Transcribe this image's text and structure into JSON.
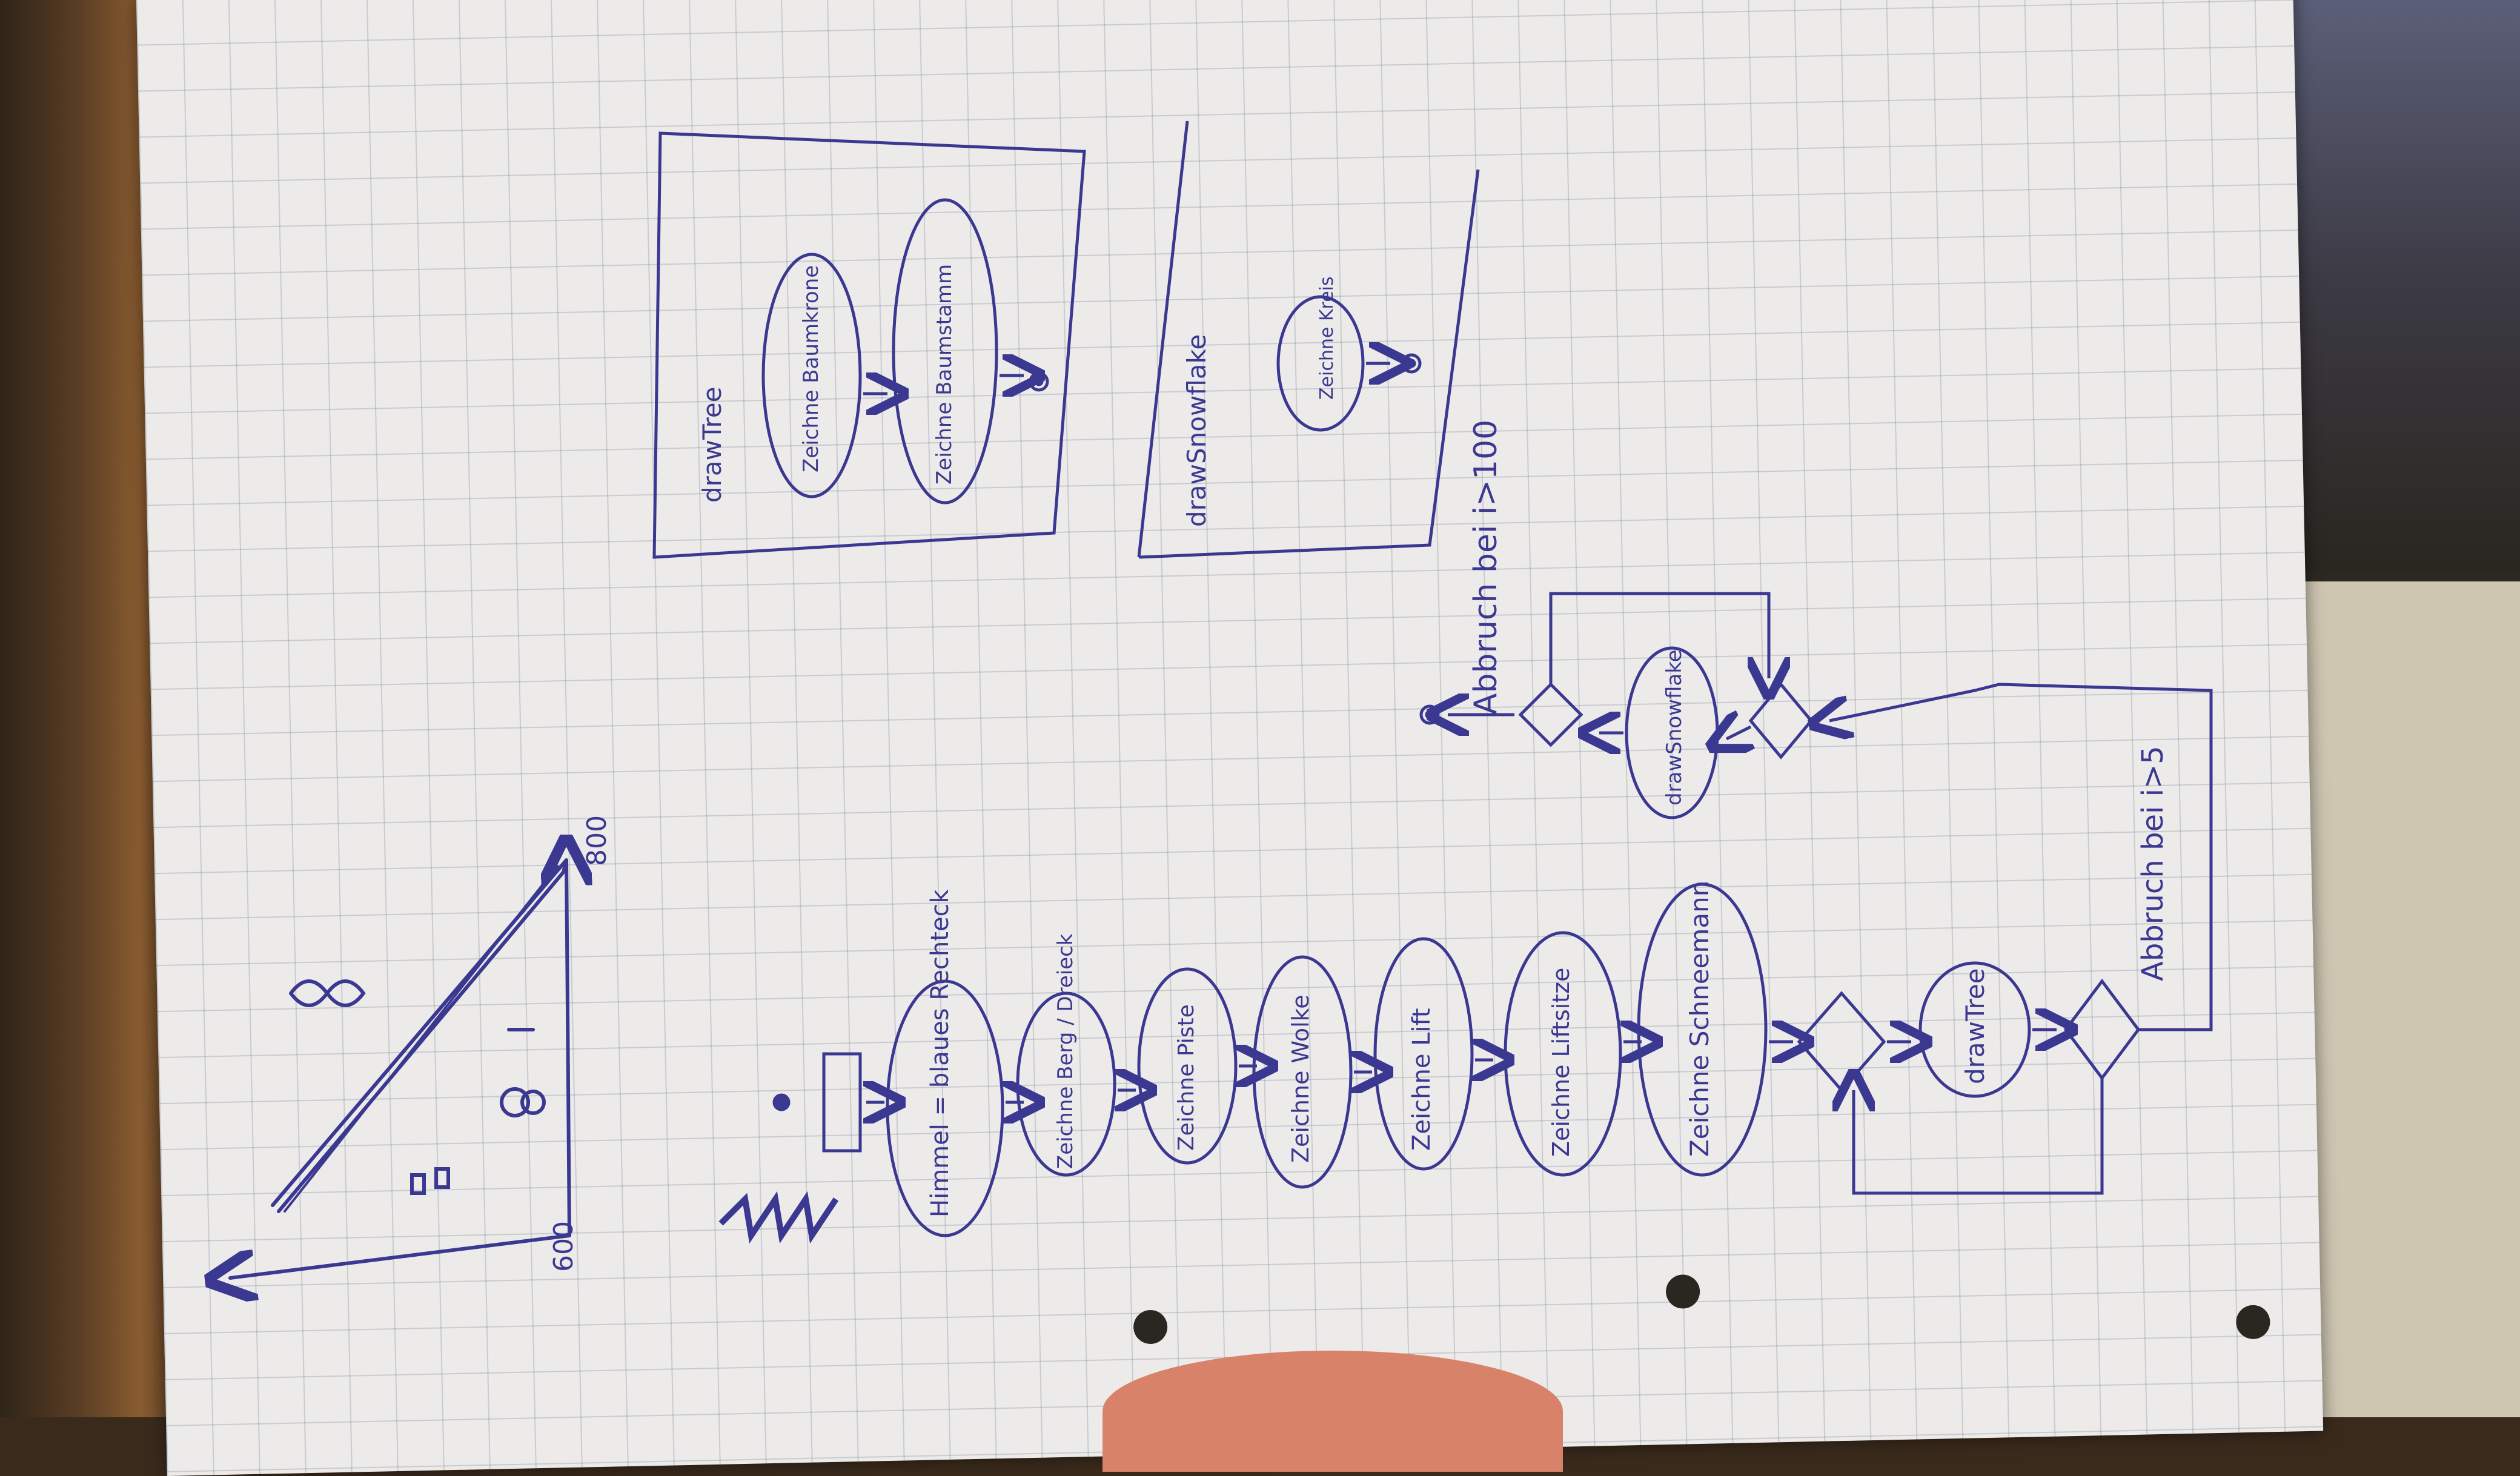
{
  "sketch": {
    "labels": {
      "origin": "600",
      "x_end": "800"
    },
    "nodes": [
      {
        "name": "node-himmel",
        "text": "Himmel = blaues Rechteck"
      },
      {
        "name": "node-berg",
        "text": "Zeichne Berg / Dreieck"
      },
      {
        "name": "node-piste",
        "text": "Zeichne Piste"
      },
      {
        "name": "node-wolke",
        "text": "Zeichne Wolke"
      },
      {
        "name": "node-lift",
        "text": "Zeichne Lift"
      },
      {
        "name": "node-liftsitze",
        "text": "Zeichne Liftsitze"
      },
      {
        "name": "node-schneemann",
        "text": "Zeichne Schneemann"
      },
      {
        "name": "node-drawtree-call",
        "text": "drawTree"
      },
      {
        "name": "node-drawsnowflake-call",
        "text": "drawSnowflake"
      }
    ],
    "conditions": {
      "tree_loop": "Abbruch bei i>5",
      "snow_loop": "Abbruch bei i>100"
    },
    "subroutines": {
      "drawtree": {
        "title": "drawTree",
        "steps": [
          "Zeichne Baumkrone",
          "Zeichne Baumstamm"
        ]
      },
      "drawsnowflake": {
        "title": "drawSnowflake",
        "steps": [
          "Zeichne Kreis"
        ]
      }
    }
  },
  "colors": {
    "ink": "#3b3891",
    "paper": "#ecebea",
    "grid": "#8a94a8"
  }
}
